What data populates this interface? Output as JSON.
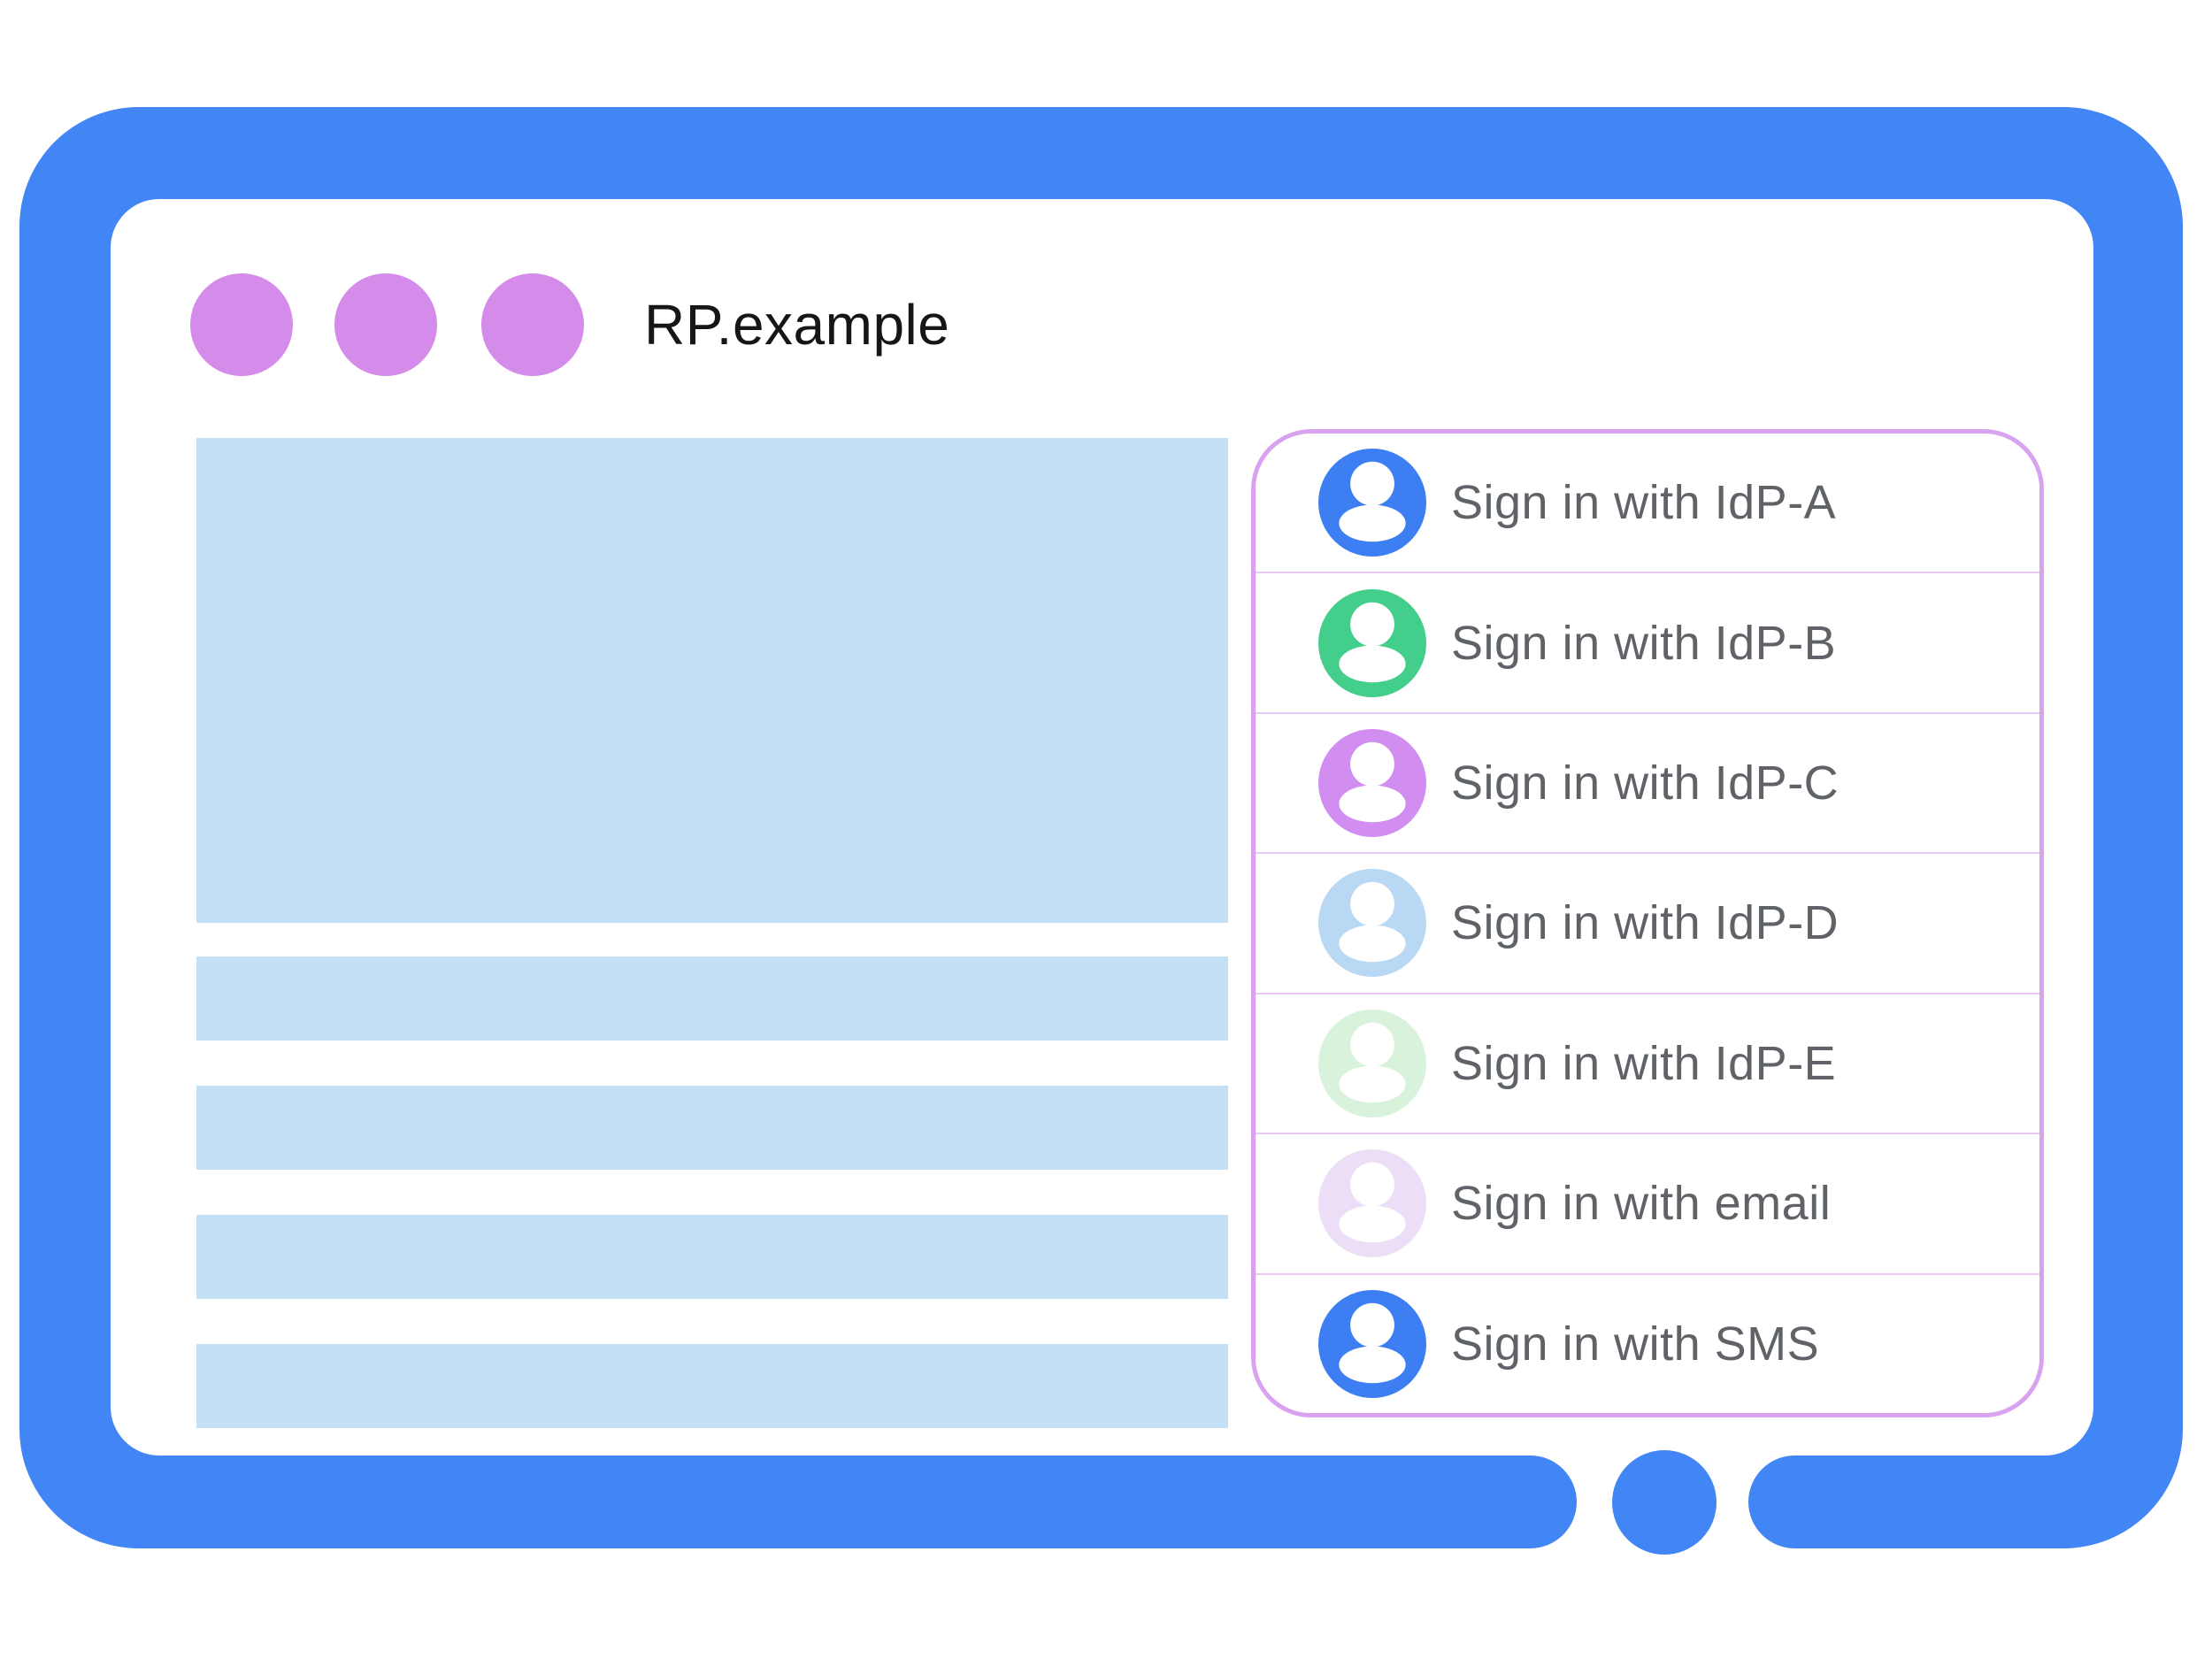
{
  "window": {
    "title": "RP.example",
    "controls": [
      "dot",
      "dot",
      "dot"
    ]
  },
  "signin": {
    "options": [
      {
        "id": "idp-a",
        "label": "Sign in with IdP-A",
        "avatar_color": "#3d7ff2"
      },
      {
        "id": "idp-b",
        "label": "Sign in with IdP-B",
        "avatar_color": "#43ce8c"
      },
      {
        "id": "idp-c",
        "label": "Sign in with IdP-C",
        "avatar_color": "#d18ef0"
      },
      {
        "id": "idp-d",
        "label": "Sign in with IdP-D",
        "avatar_color": "#b9d8f3"
      },
      {
        "id": "idp-e",
        "label": "Sign in with IdP-E",
        "avatar_color": "#d9f2dc"
      },
      {
        "id": "email",
        "label": "Sign in with email",
        "avatar_color": "#ecdef6"
      },
      {
        "id": "sms",
        "label": "Sign in with SMS",
        "avatar_color": "#3d7ff2"
      }
    ]
  },
  "colors": {
    "frame_blue": "#4285f4",
    "dot_purple": "#d58be9",
    "placeholder_blue": "#c3e0f4",
    "panel_border": "#d9a2ee",
    "divider_purple": "#e9c9f5",
    "label_gray": "#5f6368",
    "title_black": "#161616"
  }
}
